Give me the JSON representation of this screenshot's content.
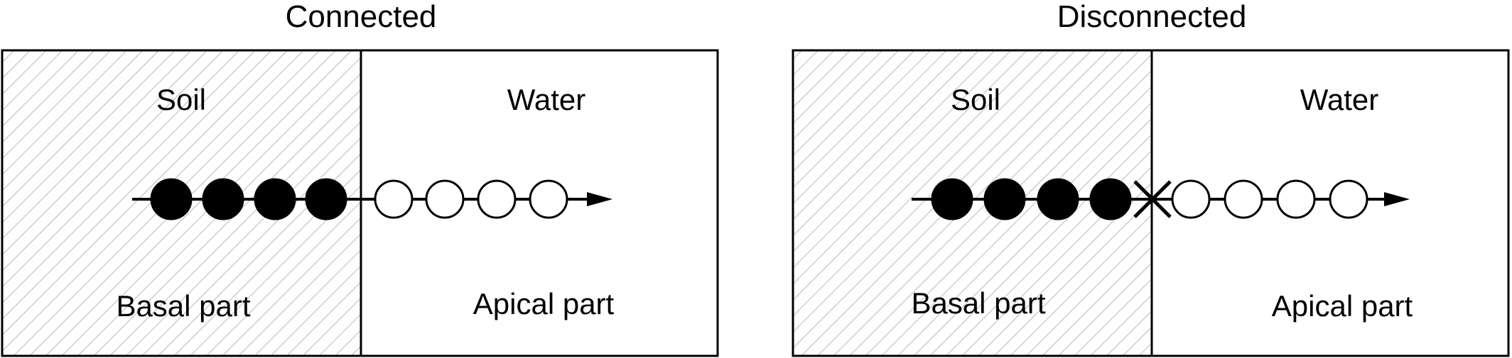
{
  "panels": [
    {
      "title": "Connected",
      "left_region": {
        "top_label": "Soil",
        "bottom_label": "Basal part"
      },
      "right_region": {
        "top_label": "Water",
        "bottom_label": "Apical part"
      },
      "filled_circles": 4,
      "open_circles": 4,
      "disconnection_mark": false
    },
    {
      "title": "Disconnected",
      "left_region": {
        "top_label": "Soil",
        "bottom_label": "Basal part"
      },
      "right_region": {
        "top_label": "Water",
        "bottom_label": "Apical part"
      },
      "filled_circles": 4,
      "open_circles": 4,
      "disconnection_mark": true
    }
  ],
  "colors": {
    "ink": "#000000",
    "hatch": "#9a9a9a",
    "background": "#ffffff"
  }
}
